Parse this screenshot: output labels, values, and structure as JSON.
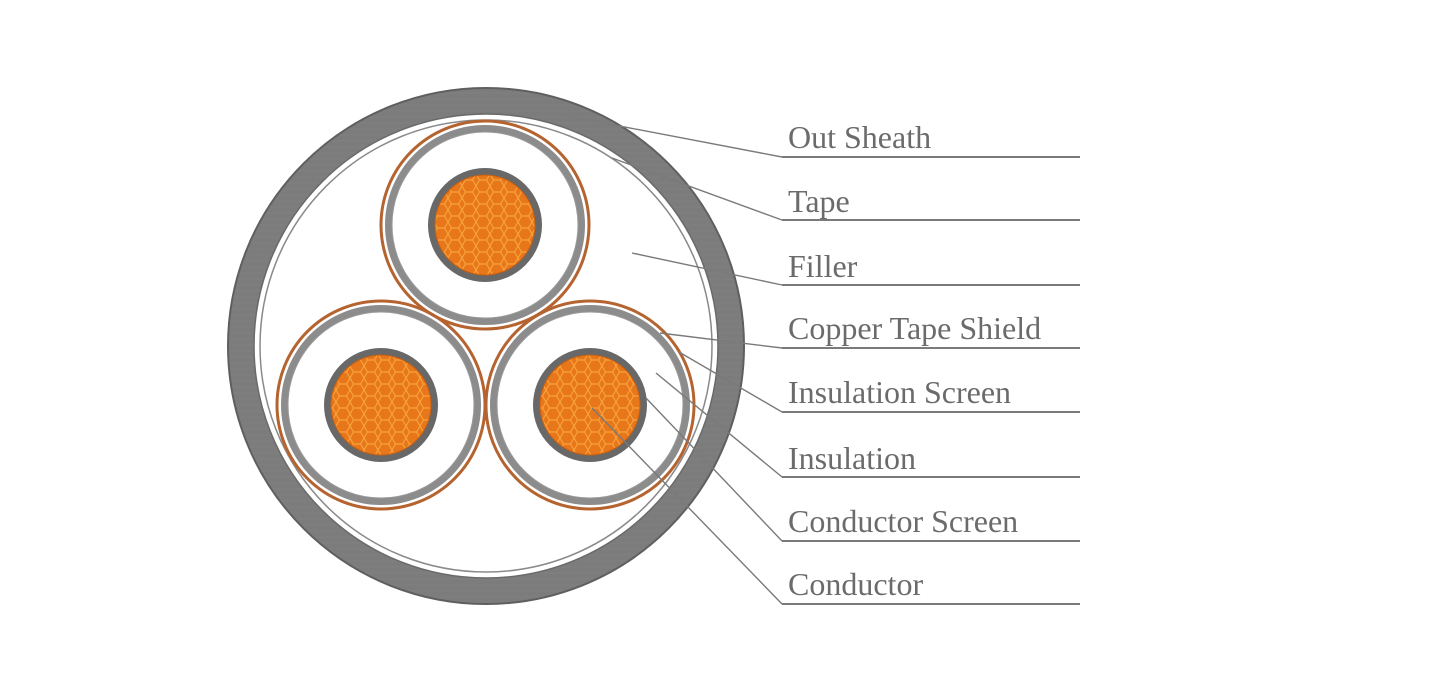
{
  "labels": [
    {
      "id": "out-sheath",
      "text": "Out Sheath"
    },
    {
      "id": "tape",
      "text": "Tape"
    },
    {
      "id": "filler",
      "text": "Filler"
    },
    {
      "id": "copper-tape-shield",
      "text": "Copper Tape Shield"
    },
    {
      "id": "insulation-screen",
      "text": "Insulation Screen"
    },
    {
      "id": "insulation",
      "text": "Insulation"
    },
    {
      "id": "conductor-screen",
      "text": "Conductor Screen"
    },
    {
      "id": "conductor",
      "text": "Conductor"
    }
  ],
  "colors": {
    "outer_sheath": "#7a7a7a",
    "sheath_edge": "#5f5f5f",
    "tape": "#ffffff",
    "tape_line": "#8a8a8a",
    "filler": "#ffffff",
    "copper_tape": "#b5632f",
    "insulation_screen": "#8c8c8c",
    "insulation": "#ffffff",
    "conductor_screen": "#686868",
    "conductor": "#e8761a",
    "conductor_highlight": "#f7a23a",
    "label_text": "#6b6b6b",
    "leader_line": "#7a7a7a"
  }
}
